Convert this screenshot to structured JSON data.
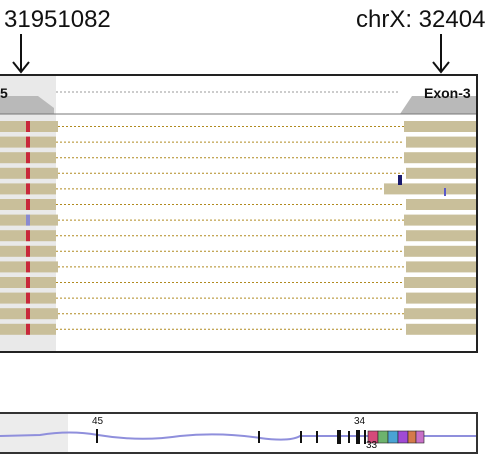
{
  "header": {
    "left_coordinate": "31951082",
    "right_coordinate": "chrX: 32404"
  },
  "alignment_panel": {
    "left_exon_label": "5",
    "right_exon_label": "Exon-3",
    "read_count": 14,
    "colors": {
      "read_fill": "#c9bf9a",
      "mismatch": "#c8283a",
      "junction_line": "#b08a20",
      "coverage": "#b9b9b9"
    }
  },
  "track_panel": {
    "exon_labels": [
      "45",
      "34",
      "33"
    ],
    "colors": {
      "transcript_line": "#8f8fdc",
      "exon_mark": "#111111",
      "colored_exons": [
        "#d44a7a",
        "#6db36d",
        "#4aa3d4",
        "#a04ad4",
        "#d47a4a",
        "#c870c8"
      ]
    }
  }
}
